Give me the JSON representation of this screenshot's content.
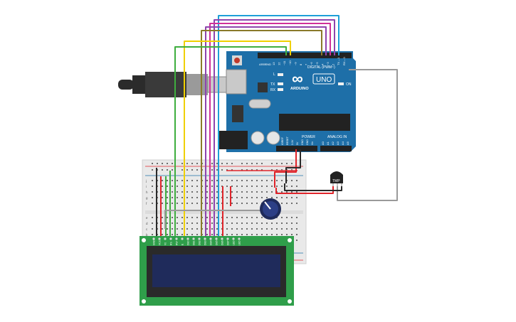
{
  "arduino": {
    "brand_text": "ARDUINO",
    "model_text": "UNO",
    "logo_symbol": "∞",
    "digital_label": "DIGITAL (PWM~)",
    "power_label": "POWER",
    "analog_label": "ANALOG IN",
    "on_label": "ON",
    "led_l": "L",
    "led_tx": "TX",
    "led_rx": "RX",
    "aref_label": "AREF",
    "gnd_label": "GND",
    "digital_pins": [
      "13",
      "12",
      "~11",
      "~10",
      "~9",
      "8",
      "7",
      "~6",
      "~5",
      "4",
      "~3",
      "2",
      "TX→1",
      "RX←0"
    ],
    "power_pins": [
      "IOREF",
      "RESET",
      "3.3V",
      "5V",
      "GND",
      "GND",
      "Vin"
    ],
    "analog_pins": [
      "A0",
      "A1",
      "A2",
      "A3",
      "A4",
      "A5"
    ]
  },
  "breadboard": {
    "row_letters_top": [
      "j",
      "i",
      "h",
      "g",
      "f"
    ],
    "row_letters_bottom": [
      "e",
      "d",
      "c",
      "b",
      "a"
    ]
  },
  "sensor": {
    "label": "TMP"
  },
  "lcd": {
    "pin_labels": [
      "GND",
      "VCC",
      "V0",
      "RS",
      "RW",
      "E",
      "DB0",
      "DB1",
      "DB2",
      "DB3",
      "DB4",
      "DB5",
      "DB6",
      "DB7",
      "LED",
      "LED"
    ]
  },
  "colors": {
    "board_blue": "#1e6fa8",
    "breadboard": "#e9e9e9",
    "lcd_pcb": "#2f9e4a",
    "lcd_screen": "#1f2b5b",
    "wire_red": "#e0242a",
    "wire_black": "#2a2a2a",
    "wire_green": "#3fae3f",
    "wire_yellow": "#f0d000",
    "wire_purple": "#8e44ad",
    "wire_magenta": "#d0309a",
    "wire_olive": "#8a7a2a",
    "wire_cyan": "#1e9fd8",
    "wire_gray": "#9a9a9a"
  }
}
